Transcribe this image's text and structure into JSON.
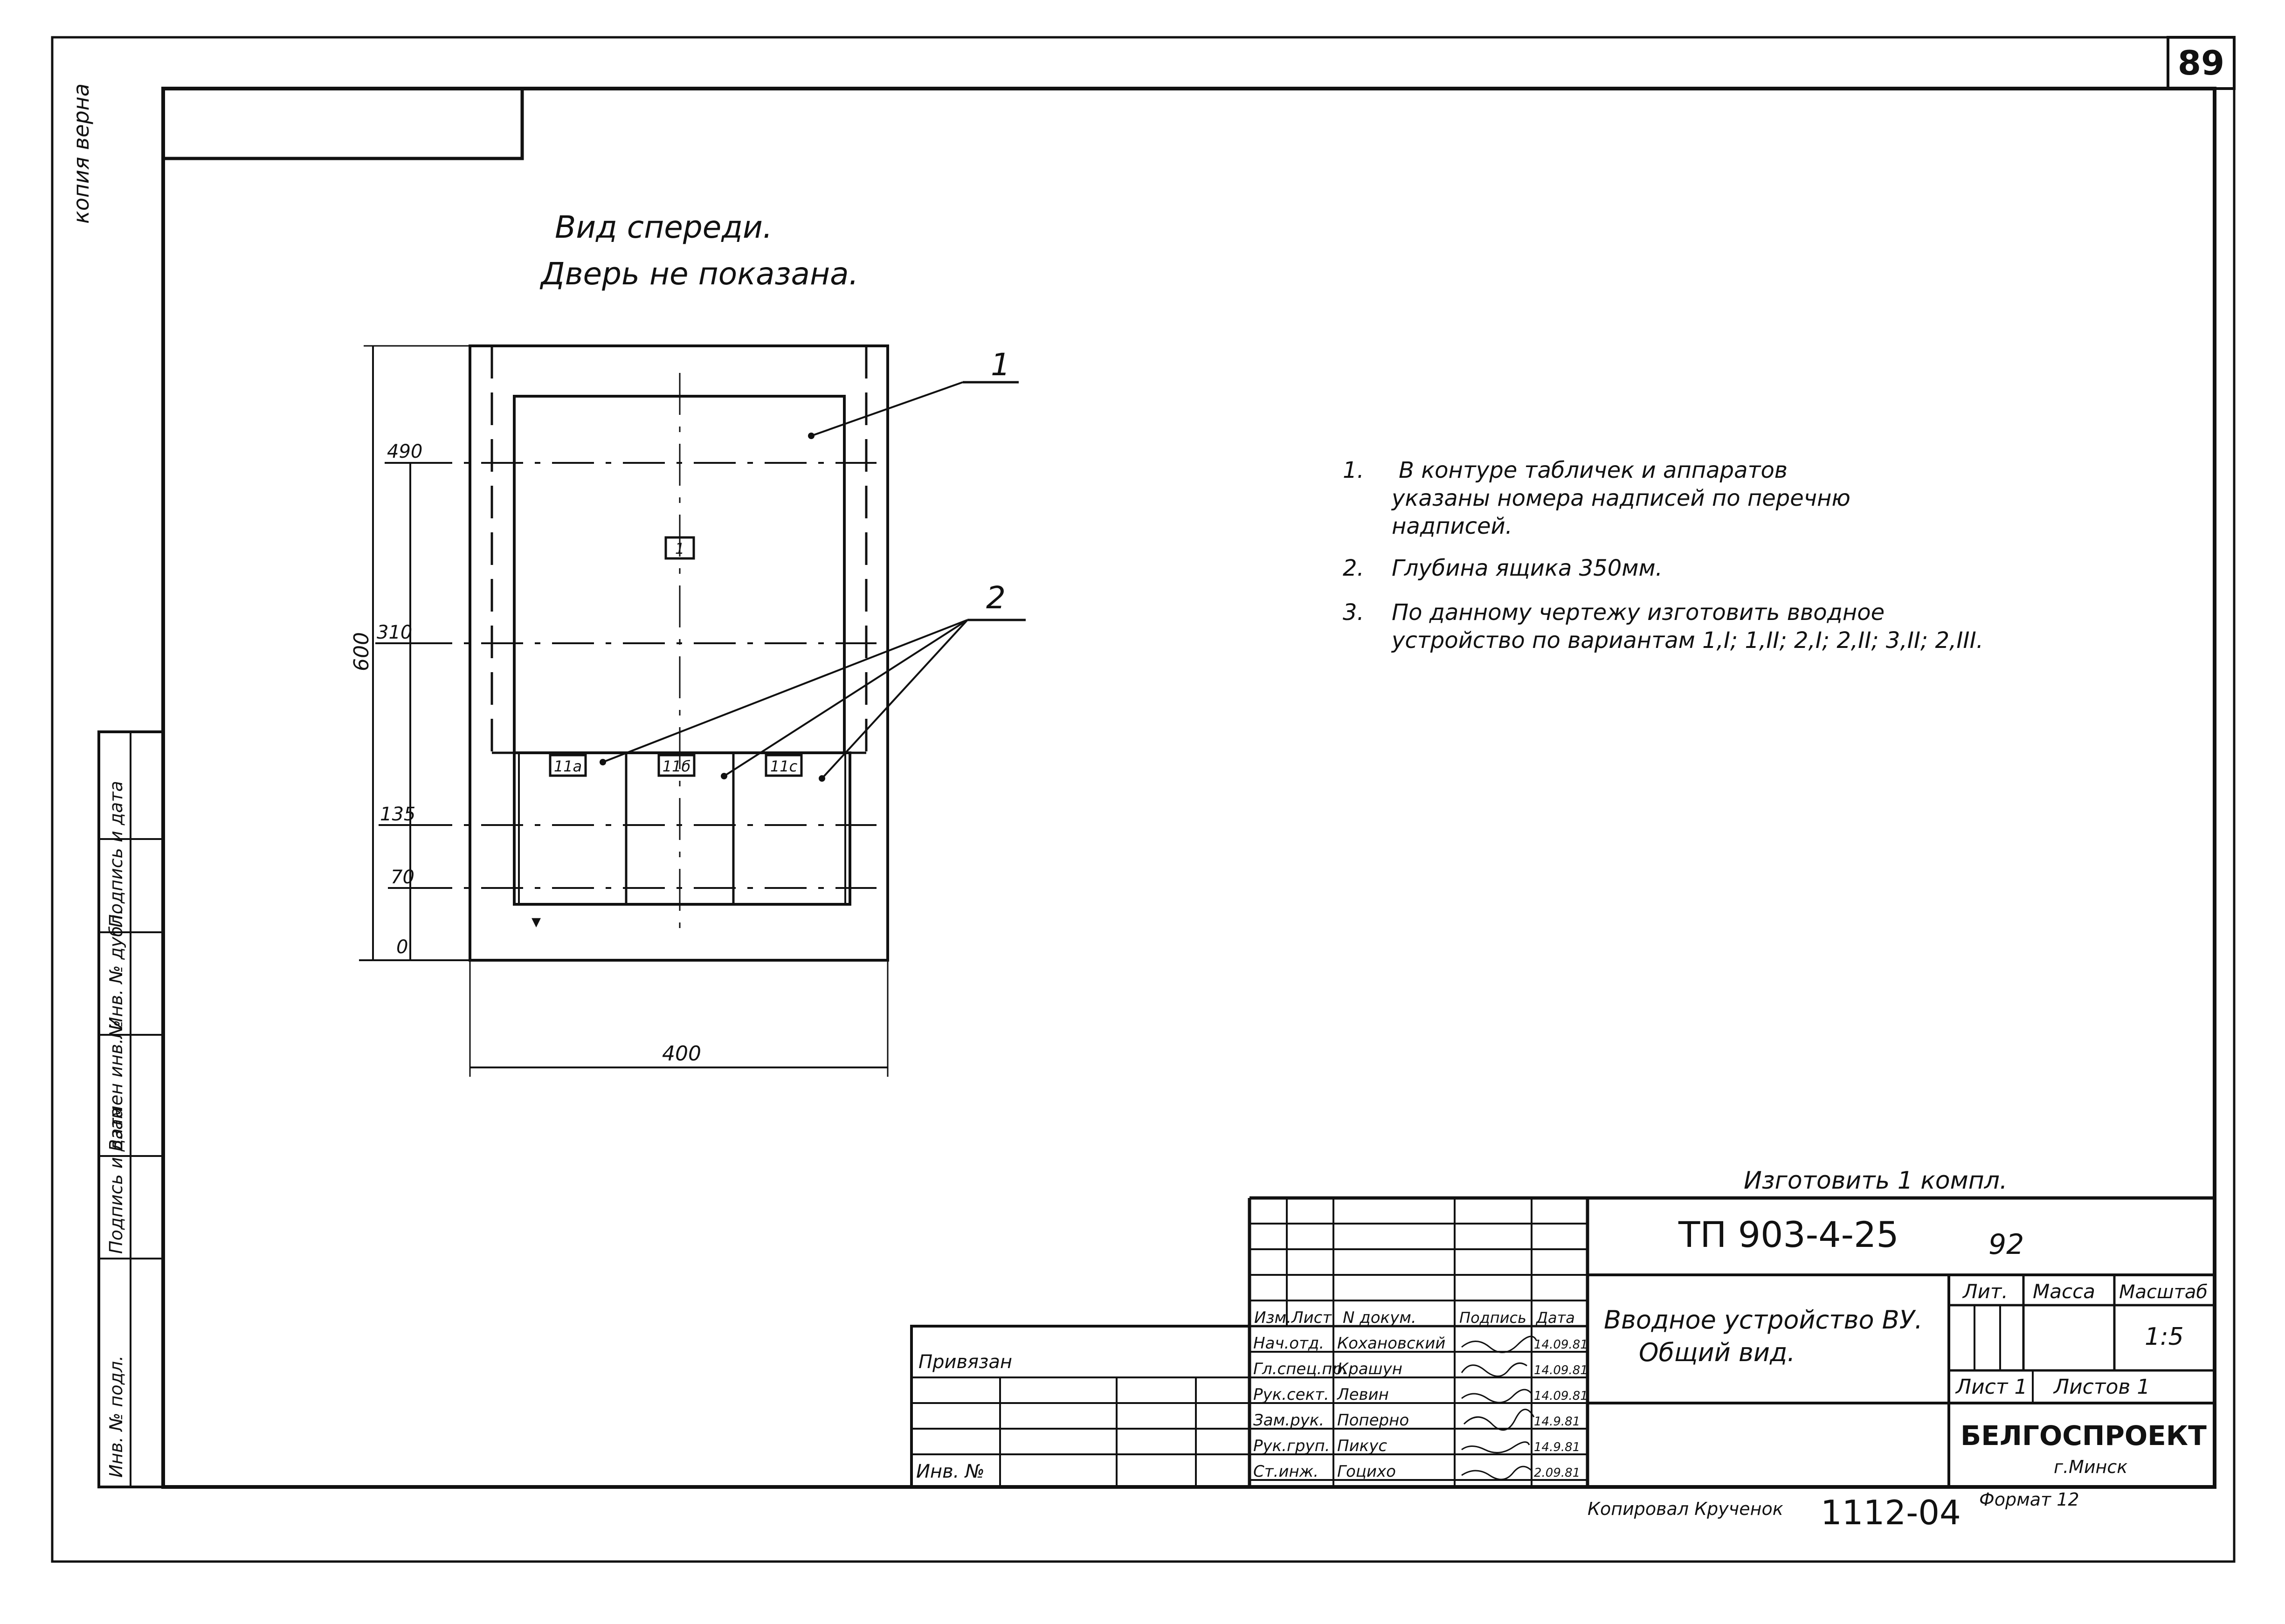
{
  "sheet": {
    "page_number": "89",
    "copy_stamp": "копия верна"
  },
  "view": {
    "title_line1": "Вид спереди.",
    "title_line2": "Дверь не показана."
  },
  "drawing": {
    "callout_1": "1",
    "callout_2": "2",
    "plate_main": "1",
    "plate_a": "11a",
    "plate_b": "11б",
    "plate_c": "11c",
    "dim_490": "490",
    "dim_310": "310",
    "dim_600": "600",
    "dim_135": "135",
    "dim_70": "70",
    "dim_0": "0",
    "dim_400": "400"
  },
  "notes": {
    "n1_num": "1.",
    "n1_l1": "В контуре табличек и аппаратов",
    "n1_l2": "указаны номера надписей по перечню",
    "n1_l3": "надписей.",
    "n2_num": "2.",
    "n2_l1": "Глубина ящика 350мм.",
    "n3_num": "3.",
    "n3_l1": "По данному чертежу изготовить вводное",
    "n3_l2": "устройство по вариантам 1,I; 1,II; 2,I; 2,II; 3,II; 2,III."
  },
  "side_strip": {
    "f1": "Инв. № подл.",
    "f2": "Подпись и дата",
    "f3": "Взамен инв.№",
    "f4": "Инв. № дубл.",
    "f5": "Подпись и дата"
  },
  "title_block": {
    "make_note": "Изготовить 1 компл.",
    "doc_code": "ТП 903-4-25",
    "sheet_code": "92",
    "privyazan": "Привязан",
    "inv_no": "Инв. №",
    "title_line1": "Вводное устройство ВУ.",
    "title_line2": "Общий вид.",
    "col_lit": "Лит.",
    "col_mass": "Масса",
    "col_scale": "Масштаб",
    "scale": "1:5",
    "sheet_label": "Лист 1",
    "sheets_label": "Листов 1",
    "org": "БЕЛГОСПРОЕКТ",
    "city": "г.Минск",
    "hdr_izm": "Изм.",
    "hdr_list": "Лист",
    "hdr_ndoc": "N докум.",
    "hdr_sign": "Подпись",
    "hdr_date": "Дата",
    "copied_by": "Копировал Крученок",
    "order_no": "1112-04",
    "format": "Формат 12",
    "staff": [
      {
        "role": "Нач.отд.",
        "name": "Кохановский",
        "date": "14.09.81"
      },
      {
        "role": "Гл.спец.пр.",
        "name": "Крашун",
        "date": "14.09.81"
      },
      {
        "role": "Рук.сект.",
        "name": "Левин",
        "date": "14.09.81"
      },
      {
        "role": "Зам.рук.",
        "name": "Поперно",
        "date": "14.9.81"
      },
      {
        "role": "Рук.груп.",
        "name": "Пикус",
        "date": "14.9.81"
      },
      {
        "role": "Ст.инж.",
        "name": "Гоцихо",
        "date": "2.09.81"
      }
    ]
  }
}
